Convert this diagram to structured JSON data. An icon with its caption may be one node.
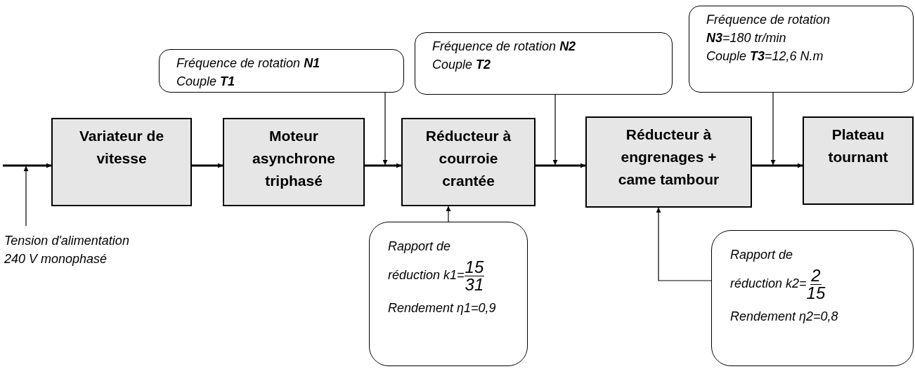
{
  "diagram": {
    "nodes": [
      {
        "text": [
          "Variateur de vitesse"
        ]
      },
      {
        "text": [
          "Moteur asynchrone triphasé"
        ]
      },
      {
        "text": [
          "Réducteur à courroie crantée"
        ]
      },
      {
        "text": [
          "Réducteur à engrenages + came tambour"
        ]
      },
      {
        "text": [
          "Plateau tournant"
        ]
      },
      {
        "text": [
          "Fréquence de rotation **N1**",
          "Couple **T1**"
        ]
      },
      {
        "text": [
          "Fréquence de rotation **N2**",
          "Couple **T2**"
        ]
      },
      {
        "text": [
          "Fréquence de rotation **N3**=180 tr/min",
          "Couple **T3**=12,6 N.m"
        ]
      },
      {
        "text": [
          "Rapport de réduction k1=",
          "15",
          "31",
          "Rendement η1=0,9"
        ]
      },
      {
        "text": [
          "Rapport de réduction k2=",
          "2",
          "15",
          "Rendement η2=0,8"
        ]
      },
      {
        "text": [
          "Tension d'alimentation 240 V monophasé"
        ]
      }
    ],
    "edges": [
      {
        "from": null,
        "to": 0,
        "arrow": "to"
      },
      {
        "from": 0,
        "to": 1,
        "arrow": "to"
      },
      {
        "from": 1,
        "to": 2,
        "arrow": "to"
      },
      {
        "from": 2,
        "to": 3,
        "arrow": "to"
      },
      {
        "from": 3,
        "to": 4,
        "arrow": "to"
      },
      {
        "from": 10,
        "to": null,
        "arrow": "to"
      },
      {
        "from": 5,
        "to": 2,
        "arrow": "to"
      },
      {
        "from": 6,
        "to": 2,
        "arrow": "to"
      },
      {
        "from": 7,
        "to": 3,
        "arrow": "to"
      },
      {
        "from": 8,
        "to": 2,
        "arrow": "to"
      },
      {
        "from": 9,
        "to": 3,
        "arrow": "to"
      }
    ]
  }
}
